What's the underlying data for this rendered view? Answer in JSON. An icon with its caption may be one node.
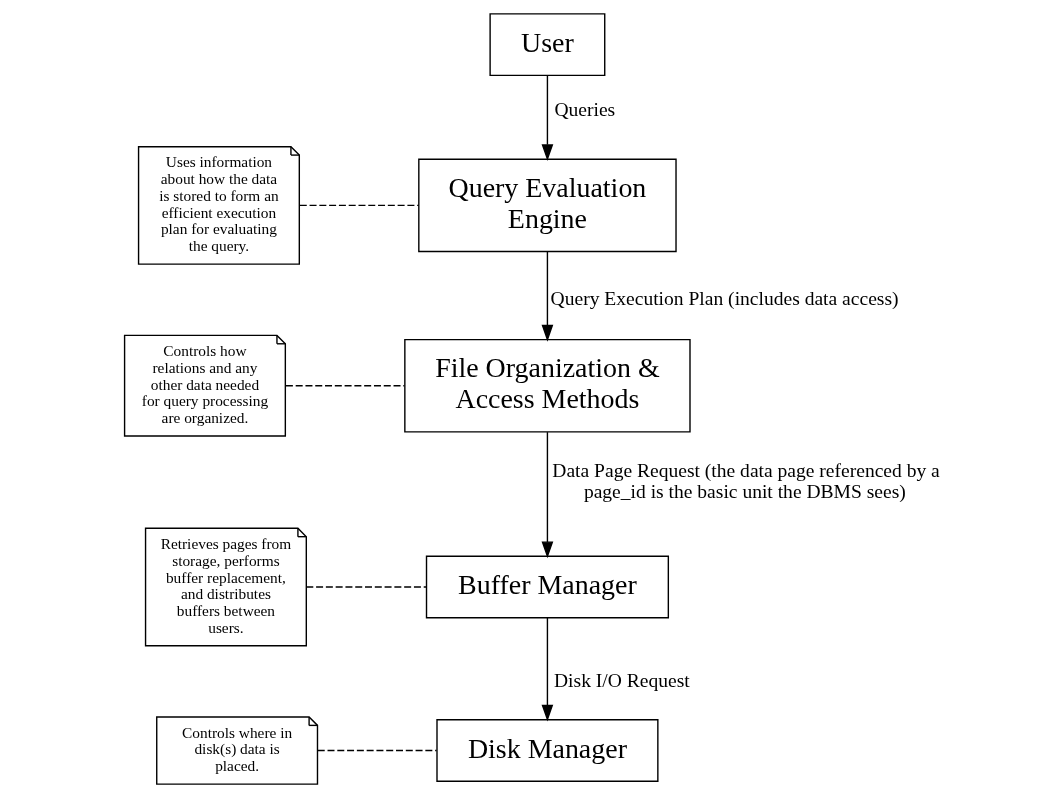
{
  "diagram": {
    "nodes": [
      {
        "text": [
          "User"
        ]
      },
      {
        "text": [
          "Query Evaluation Engine"
        ]
      },
      {
        "text": [
          "File Organization & Access Methods"
        ]
      },
      {
        "text": [
          "Buffer Manager"
        ]
      },
      {
        "text": [
          "Disk Manager"
        ]
      },
      {
        "text": [
          "Uses information about how the data is stored to form an efficient execution plan for evaluating the query."
        ]
      },
      {
        "text": [
          "Controls how relations and any other data needed for query processing are organized."
        ]
      },
      {
        "text": [
          "Retrieves pages from storage, performs buffer replacement, and distributes buffers between users."
        ]
      },
      {
        "text": [
          "Controls where in disk(s) data is placed."
        ]
      }
    ],
    "edges": [
      {
        "from": 0,
        "to": 1,
        "arrow": "to",
        "label": "Queries"
      },
      {
        "from": 1,
        "to": 2,
        "arrow": "to",
        "label": "Query Execution Plan (includes data access)"
      },
      {
        "from": 2,
        "to": 3,
        "arrow": "to",
        "label": "Data Page Request (the data page referenced by a page_id is the basic unit the DBMS sees)"
      },
      {
        "from": 3,
        "to": 4,
        "arrow": "to",
        "label": "Disk I/O Request"
      },
      {
        "from": 5,
        "to": 1,
        "arrow": "none",
        "style": "dashed"
      },
      {
        "from": 6,
        "to": 2,
        "arrow": "none",
        "style": "dashed"
      },
      {
        "from": 7,
        "to": 3,
        "arrow": "none",
        "style": "dashed"
      },
      {
        "from": 8,
        "to": 4,
        "arrow": "none",
        "style": "dashed"
      }
    ]
  }
}
